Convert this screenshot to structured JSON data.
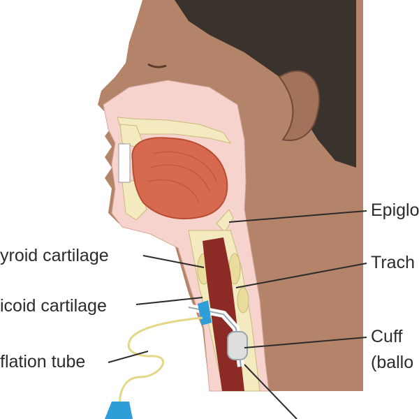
{
  "labels": {
    "epiglottis": "Epiglo",
    "thyroid_cartilage": "yroid cartilage",
    "trachea": "Trach",
    "cricoid_cartilage": "icoid cartilage",
    "cuff": "Cuff",
    "cuff_balloon": "(ballo",
    "inflation_tube": "flation tube"
  },
  "colors": {
    "skin": "#b4846a",
    "hair": "#3a322c",
    "airway_pink": "#f7d3cd",
    "tongue": "#d76a4e",
    "trachea_lumen": "#8c2a26",
    "cartilage": "#f3ebbf",
    "tube_cuff_blue": "#2f9ed8",
    "inflation_line": "#e3d788"
  }
}
